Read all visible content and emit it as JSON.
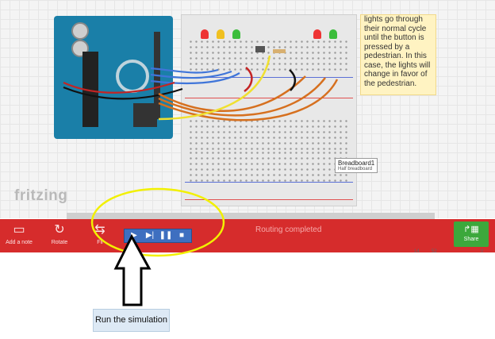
{
  "app": {
    "logo": "fritzing"
  },
  "note": {
    "text": "lights go through their normal cycle until the button is pressed by a pedestrian. In this case, the lights will change in favor of the pedestrian."
  },
  "breadboard_label": {
    "title": "Breadboard1",
    "subtitle": "Half breadboard"
  },
  "toolbar": {
    "add_note": {
      "label": "Add a note",
      "icon": "note-icon"
    },
    "rotate": {
      "label": "Rotate",
      "icon": "rotate-icon"
    },
    "flip": {
      "label": "Fli",
      "icon": "flip-icon"
    },
    "status": "Routing completed",
    "share": {
      "label": "Share",
      "icon": "share-icon"
    }
  },
  "simulation": {
    "buttons": [
      "play-icon",
      "step-icon",
      "pause-icon",
      "stop-icon"
    ]
  },
  "annotation": {
    "tooltip": "Run the simulation",
    "highlight_color": "#f2f000",
    "arrow": "up-arrow-icon"
  },
  "colors": {
    "toolbar": "#d62c2c",
    "share": "#3ca83c",
    "sim_bar": "#3e6fc0",
    "note_bg": "#fff3c2"
  },
  "tiny_indicators": [
    "14",
    "52",
    "0"
  ]
}
